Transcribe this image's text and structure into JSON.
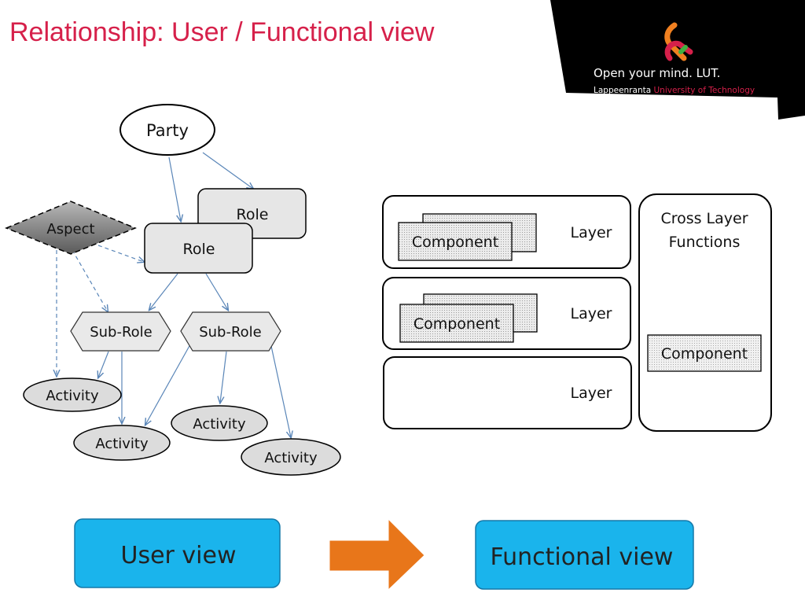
{
  "title": "Relationship: User / Functional view",
  "logo": {
    "tagline": "Open your mind. LUT.",
    "university_prefix": "Lappeenranta",
    "university_suffix": "University of Technology",
    "icon": "ampersand-logo-icon",
    "colors": {
      "background": "#000000",
      "accent_red": "#d6204a",
      "accent_orange": "#f08020",
      "accent_green": "#40b040"
    }
  },
  "user_diagram": {
    "party": "Party",
    "role_back": "Role",
    "role_front": "Role",
    "aspect": "Aspect",
    "sub_role_left": "Sub-Role",
    "sub_role_right": "Sub-Role",
    "activities": [
      "Activity",
      "Activity",
      "Activity",
      "Activity"
    ]
  },
  "functional_diagram": {
    "layers": [
      {
        "label": "Layer",
        "component": "Component"
      },
      {
        "label": "Layer",
        "component": "Component"
      },
      {
        "label": "Layer",
        "component": ""
      }
    ],
    "cross_layer_line1": "Cross Layer",
    "cross_layer_line2": "Functions",
    "cross_layer_component": "Component"
  },
  "views": {
    "user_view": "User  view",
    "functional_view": "Functional  view",
    "arrow_icon": "right-arrow-icon",
    "colors": {
      "view_box": "#1ab4ec",
      "arrow": "#e8761a"
    }
  }
}
